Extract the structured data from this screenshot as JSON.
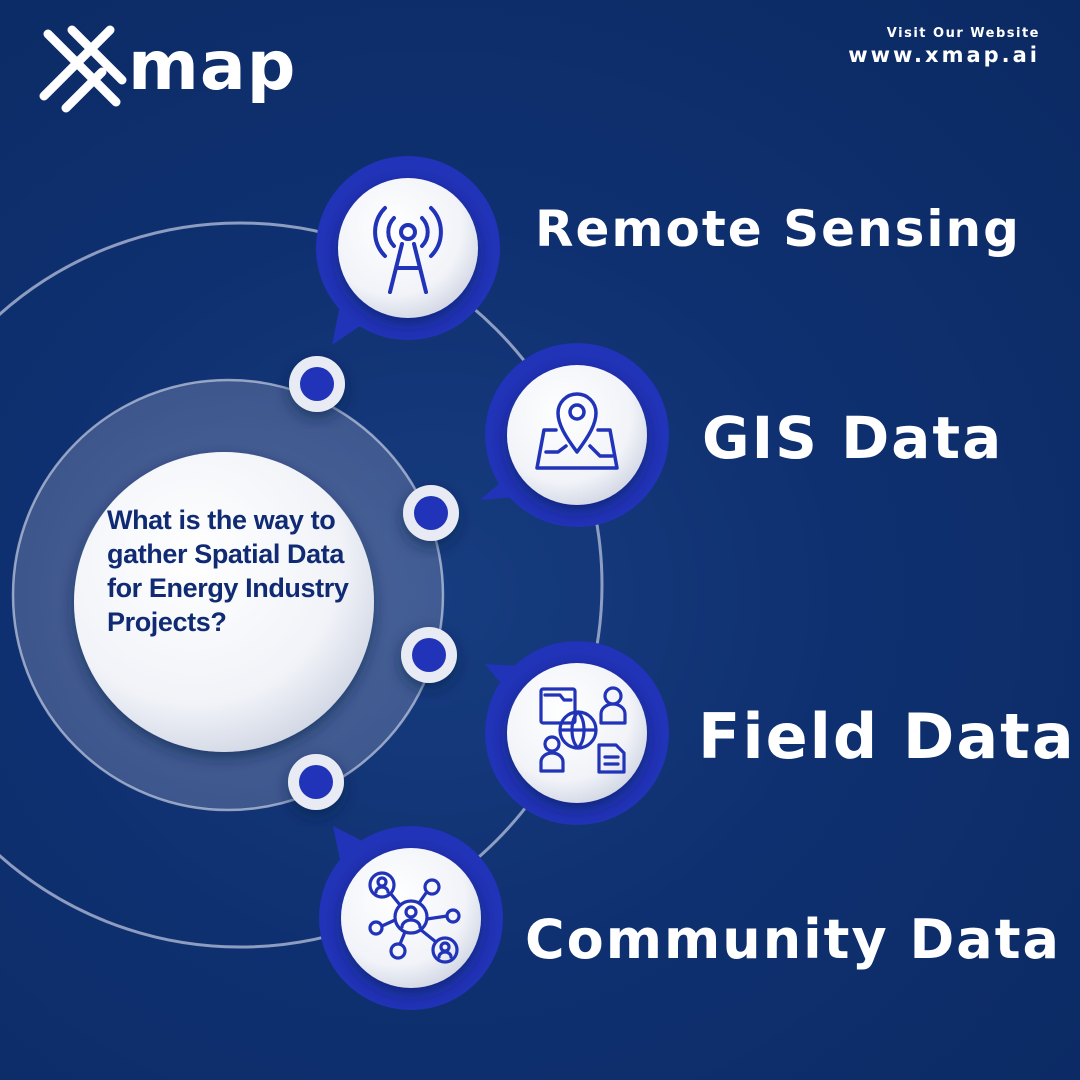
{
  "brand": {
    "name": "map",
    "logo_icon": "x-logo-icon"
  },
  "header": {
    "visit_label": "Visit Our Website",
    "visit_url": "www.xmap.ai"
  },
  "center": {
    "question": "What is the way to gather Spatial Data for Energy Industry Projects?"
  },
  "methods": [
    {
      "label": "Remote Sensing",
      "icon": "antenna-tower-icon"
    },
    {
      "label": "GIS Data",
      "icon": "map-pin-icon"
    },
    {
      "label": "Field Data",
      "icon": "field-data-network-icon"
    },
    {
      "label": "Community Data",
      "icon": "community-network-icon"
    }
  ],
  "colors": {
    "background": "#0d2d69",
    "accent": "#2133b8",
    "text": "#ffffff",
    "question_text": "#102b74"
  }
}
